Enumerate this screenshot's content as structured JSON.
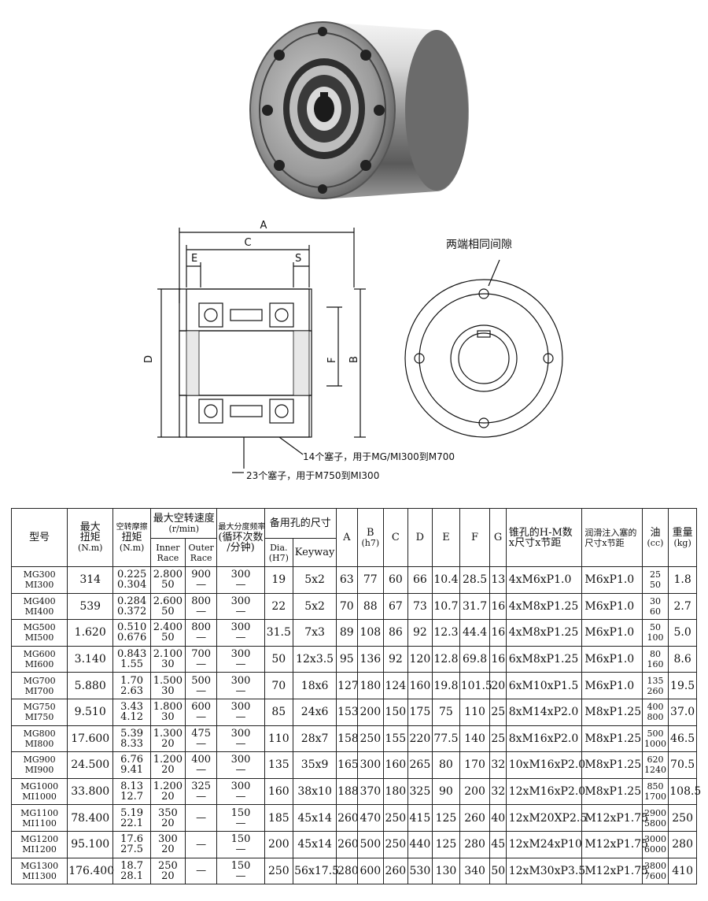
{
  "annotations": {
    "dim_A": "A",
    "dim_C": "C",
    "dim_E": "E",
    "dim_S": "S",
    "dim_D": "D",
    "dim_F": "F",
    "dim_B": "B",
    "gap_note": "两端相同间隙",
    "plug_note_1": "14个塞子，用于MG/MI300到M700",
    "plug_note_2": "23个塞子，用于M750到MI300"
  },
  "table": {
    "headers": {
      "model": "型号",
      "max_torque": [
        "最大",
        "扭矩",
        "(N.m)"
      ],
      "idle_torque": [
        "空转摩擦",
        "扭矩",
        "(N.m)"
      ],
      "max_speed": [
        "最大空转速度",
        "(r/min)"
      ],
      "inner_race": [
        "Inner",
        "Race"
      ],
      "outer_race": [
        "Outer",
        "Race"
      ],
      "max_freq": [
        "最大分度频率",
        "(循环次数",
        "/分钟)"
      ],
      "bore": "备用孔的尺寸",
      "dia": [
        "Dia.",
        "(H7)"
      ],
      "keyway": "Keyway",
      "A": "A",
      "B": [
        "B",
        "(h7)"
      ],
      "C": "C",
      "D": "D",
      "E": "E",
      "F": "F",
      "G": "G",
      "taper": [
        "锥孔的H-M数",
        "x尺寸x节距"
      ],
      "lube": [
        "润滑注入塞的",
        "尺寸x节距"
      ],
      "oil": [
        "油",
        "(cc)"
      ],
      "weight": [
        "重量",
        "(kg)"
      ]
    },
    "rows": [
      {
        "model": [
          "MG300",
          "MI300"
        ],
        "torque": "314",
        "idle": [
          "0.225",
          "0.304"
        ],
        "inner": [
          "2.800",
          "50"
        ],
        "outer": [
          "900",
          "—"
        ],
        "freq": [
          "300",
          "—"
        ],
        "dia": "19",
        "keyway": "5x2",
        "A": "63",
        "B": "77",
        "C": "60",
        "D": "66",
        "E": "10.4",
        "F": "28.5",
        "G": "13",
        "taper": "4xM6xP1.0",
        "lube": "M6xP1.0",
        "oil": [
          "25",
          "50"
        ],
        "weight": "1.8"
      },
      {
        "model": [
          "MG400",
          "MI400"
        ],
        "torque": "539",
        "idle": [
          "0.284",
          "0.372"
        ],
        "inner": [
          "2.600",
          "50"
        ],
        "outer": [
          "800",
          "—"
        ],
        "freq": [
          "300",
          "—"
        ],
        "dia": "22",
        "keyway": "5x2",
        "A": "70",
        "B": "88",
        "C": "67",
        "D": "73",
        "E": "10.7",
        "F": "31.7",
        "G": "16",
        "taper": "4xM8xP1.25",
        "lube": "M6xP1.0",
        "oil": [
          "30",
          "60"
        ],
        "weight": "2.7"
      },
      {
        "model": [
          "MG500",
          "MI500"
        ],
        "torque": "1.620",
        "idle": [
          "0.510",
          "0.676"
        ],
        "inner": [
          "2.400",
          "50"
        ],
        "outer": [
          "800",
          "—"
        ],
        "freq": [
          "300",
          "—"
        ],
        "dia": "31.5",
        "keyway": "7x3",
        "A": "89",
        "B": "108",
        "C": "86",
        "D": "92",
        "E": "12.3",
        "F": "44.4",
        "G": "16",
        "taper": "4xM8xP1.25",
        "lube": "M6xP1.0",
        "oil": [
          "50",
          "100"
        ],
        "weight": "5.0"
      },
      {
        "model": [
          "MG600",
          "MI600"
        ],
        "torque": "3.140",
        "idle": [
          "0.843",
          "1.55"
        ],
        "inner": [
          "2.100",
          "30"
        ],
        "outer": [
          "700",
          "—"
        ],
        "freq": [
          "300",
          "—"
        ],
        "dia": "50",
        "keyway": "12x3.5",
        "A": "95",
        "B": "136",
        "C": "92",
        "D": "120",
        "E": "12.8",
        "F": "69.8",
        "G": "16",
        "taper": "6xM8xP1.25",
        "lube": "M6xP1.0",
        "oil": [
          "80",
          "160"
        ],
        "weight": "8.6"
      },
      {
        "model": [
          "MG700",
          "MI700"
        ],
        "torque": "5.880",
        "idle": [
          "1.70",
          "2.63"
        ],
        "inner": [
          "1.500",
          "30"
        ],
        "outer": [
          "500",
          "—"
        ],
        "freq": [
          "300",
          "—"
        ],
        "dia": "70",
        "keyway": "18x6",
        "A": "127",
        "B": "180",
        "C": "124",
        "D": "160",
        "E": "19.8",
        "F": "101.5",
        "G": "20",
        "taper": "6xM10xP1.5",
        "lube": "M6xP1.0",
        "oil": [
          "135",
          "260"
        ],
        "weight": "19.5"
      },
      {
        "model": [
          "MG750",
          "MI750"
        ],
        "torque": "9.510",
        "idle": [
          "3.43",
          "4.12"
        ],
        "inner": [
          "1.800",
          "30"
        ],
        "outer": [
          "600",
          "—"
        ],
        "freq": [
          "300",
          "—"
        ],
        "dia": "85",
        "keyway": "24x6",
        "A": "153",
        "B": "200",
        "C": "150",
        "D": "175",
        "E": "75",
        "F": "110",
        "G": "25",
        "taper": "8xM14xP2.0",
        "lube": "M8xP1.25",
        "oil": [
          "400",
          "800"
        ],
        "weight": "37.0"
      },
      {
        "model": [
          "MG800",
          "MI800"
        ],
        "torque": "17.600",
        "idle": [
          "5.39",
          "8.33"
        ],
        "inner": [
          "1.300",
          "20"
        ],
        "outer": [
          "475",
          "—"
        ],
        "freq": [
          "300",
          "—"
        ],
        "dia": "110",
        "keyway": "28x7",
        "A": "158",
        "B": "250",
        "C": "155",
        "D": "220",
        "E": "77.5",
        "F": "140",
        "G": "25",
        "taper": "8xM16xP2.0",
        "lube": "M8xP1.25",
        "oil": [
          "500",
          "1000"
        ],
        "weight": "46.5"
      },
      {
        "model": [
          "MG900",
          "MI900"
        ],
        "torque": "24.500",
        "idle": [
          "6.76",
          "9.41"
        ],
        "inner": [
          "1.200",
          "20"
        ],
        "outer": [
          "400",
          "—"
        ],
        "freq": [
          "300",
          "—"
        ],
        "dia": "135",
        "keyway": "35x9",
        "A": "165",
        "B": "300",
        "C": "160",
        "D": "265",
        "E": "80",
        "F": "170",
        "G": "32",
        "taper": "10xM16xP2.0",
        "lube": "M8xP1.25",
        "oil": [
          "620",
          "1240"
        ],
        "weight": "70.5"
      },
      {
        "model": [
          "MG1000",
          "MI1000"
        ],
        "torque": "33.800",
        "idle": [
          "8.13",
          "12.7"
        ],
        "inner": [
          "1.200",
          "20"
        ],
        "outer": [
          "325",
          "—"
        ],
        "freq": [
          "300",
          "—"
        ],
        "dia": "160",
        "keyway": "38x10",
        "A": "188",
        "B": "370",
        "C": "180",
        "D": "325",
        "E": "90",
        "F": "200",
        "G": "32",
        "taper": "12xM16xP2.0",
        "lube": "M8xP1.25",
        "oil": [
          "850",
          "1700"
        ],
        "weight": "108.5"
      },
      {
        "model": [
          "MG1100",
          "MI1100"
        ],
        "torque": "78.400",
        "idle": [
          "5.19",
          "22.1"
        ],
        "inner": [
          "350",
          "20"
        ],
        "outer": [
          "—",
          ""
        ],
        "freq": [
          "150",
          "—"
        ],
        "dia": "185",
        "keyway": "45x14",
        "A": "260",
        "B": "470",
        "C": "250",
        "D": "415",
        "E": "125",
        "F": "260",
        "G": "40",
        "taper": "12xM20XP2.5",
        "lube": "M12xP1.75",
        "oil": [
          "2900",
          "5800"
        ],
        "weight": "250"
      },
      {
        "model": [
          "MG1200",
          "MI1200"
        ],
        "torque": "95.100",
        "idle": [
          "17.6",
          "27.5"
        ],
        "inner": [
          "300",
          "20"
        ],
        "outer": [
          "—",
          ""
        ],
        "freq": [
          "150",
          "—"
        ],
        "dia": "200",
        "keyway": "45x14",
        "A": "260",
        "B": "500",
        "C": "250",
        "D": "440",
        "E": "125",
        "F": "280",
        "G": "45",
        "taper": "12xM24xP10",
        "lube": "M12xP1.75",
        "oil": [
          "3000",
          "6000"
        ],
        "weight": "280"
      },
      {
        "model": [
          "MG1300",
          "MI1300"
        ],
        "torque": "176.400",
        "idle": [
          "18.7",
          "28.1"
        ],
        "inner": [
          "250",
          "20"
        ],
        "outer": [
          "—",
          ""
        ],
        "freq": [
          "150",
          "—"
        ],
        "dia": "250",
        "keyway": "56x17.5",
        "A": "280",
        "B": "600",
        "C": "260",
        "D": "530",
        "E": "130",
        "F": "340",
        "G": "50",
        "taper": "12xM30xP3.5",
        "lube": "M12xP1.75",
        "oil": [
          "3800",
          "7600"
        ],
        "weight": "410"
      }
    ]
  }
}
